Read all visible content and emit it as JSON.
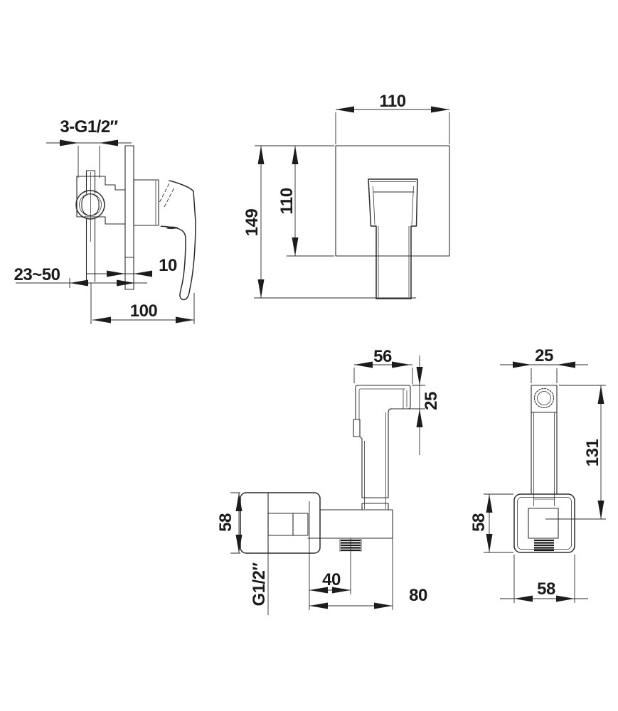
{
  "drawing": {
    "kind": "technical-dimension-drawing",
    "product": "concealed bidet mixer with hygienic hand shower",
    "background": "#ffffff",
    "line_color": "#2b2b2b",
    "views": {
      "mixer_side": {
        "name": "mixer valve side view",
        "dims": {
          "thread": "3-G1/2″",
          "depth_range": "23~50",
          "plate_thickness": "10",
          "reach": "100"
        }
      },
      "mixer_front": {
        "name": "mixer trim front view",
        "dims": {
          "plate_width": "110",
          "total_height": "149",
          "plate_height": "110"
        }
      },
      "shower_side": {
        "name": "hand shower and holder side view",
        "dims": {
          "head_length": "56",
          "head_height": "25",
          "bracket_height": "58",
          "inlet_thread": "G1/2″",
          "hose_offset": "40",
          "holder_depth": "80"
        }
      },
      "shower_front": {
        "name": "hand shower and holder front view",
        "dims": {
          "head_width": "25",
          "body_height": "131",
          "plate_height": "58",
          "plate_width": "58"
        }
      }
    }
  }
}
